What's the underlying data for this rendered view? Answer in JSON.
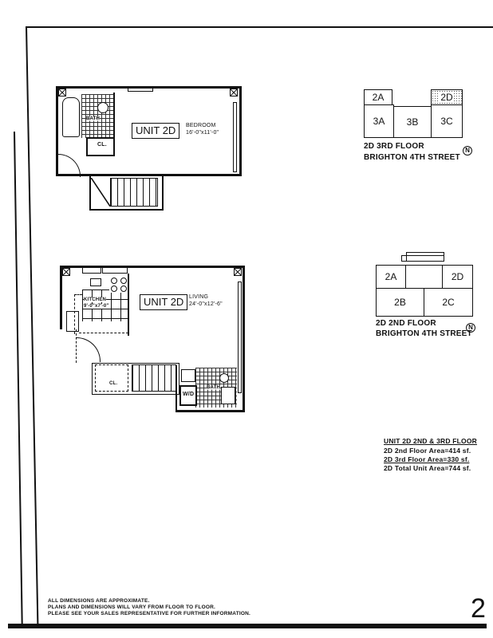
{
  "page": {
    "page_number": "2",
    "border_color": "#111111"
  },
  "plan_3rd_floor": {
    "unit_label": "UNIT 2D",
    "rooms": [
      {
        "name": "BEDROOM",
        "dimensions": "16'-0\"x11'-0\""
      },
      {
        "name": "BATH",
        "dimensions": ""
      },
      {
        "name": "CL.",
        "dimensions": ""
      }
    ]
  },
  "plan_2nd_floor": {
    "unit_label": "UNIT 2D",
    "rooms": [
      {
        "name": "LIVING",
        "dimensions": "24'-0\"x12'-6\""
      },
      {
        "name": "KITCHEN",
        "dimensions": "9'-0\"x7'-0\""
      },
      {
        "name": "W/D",
        "dimensions": ""
      },
      {
        "name": "BATH",
        "dimensions": ""
      },
      {
        "name": "CL.",
        "dimensions": ""
      }
    ]
  },
  "keyplan_3rd_floor": {
    "units": [
      "2A",
      "2D",
      "3A",
      "3B",
      "3C"
    ],
    "highlighted_unit": "2D",
    "caption_line1": "2D 3RD FLOOR",
    "caption_line2": "BRIGHTON 4TH STREET",
    "north_icon": "north-arrow-icon"
  },
  "keyplan_2nd_floor": {
    "units": [
      "2A",
      "2D",
      "2B",
      "2C"
    ],
    "highlighted_unit": "2D",
    "caption_line1": "2D 2ND FLOOR",
    "caption_line2": "BRIGHTON 4TH STREET",
    "north_icon": "north-arrow-icon"
  },
  "area_summary": {
    "title": "UNIT 2D 2ND & 3RD FLOOR",
    "lines": [
      "2D 2nd Floor Area=414 sf.",
      "2D 3rd Floor Area=330 sf.",
      "2D Total Unit Area=744 sf."
    ]
  },
  "disclaimer": {
    "lines": [
      "ALL DIMENSIONS ARE APPROXIMATE.",
      "PLANS AND DIMENSIONS WILL VARY FROM FLOOR TO FLOOR.",
      "PLEASE SEE YOUR SALES REPRESENTATIVE FOR FURTHER INFORMATION."
    ]
  }
}
